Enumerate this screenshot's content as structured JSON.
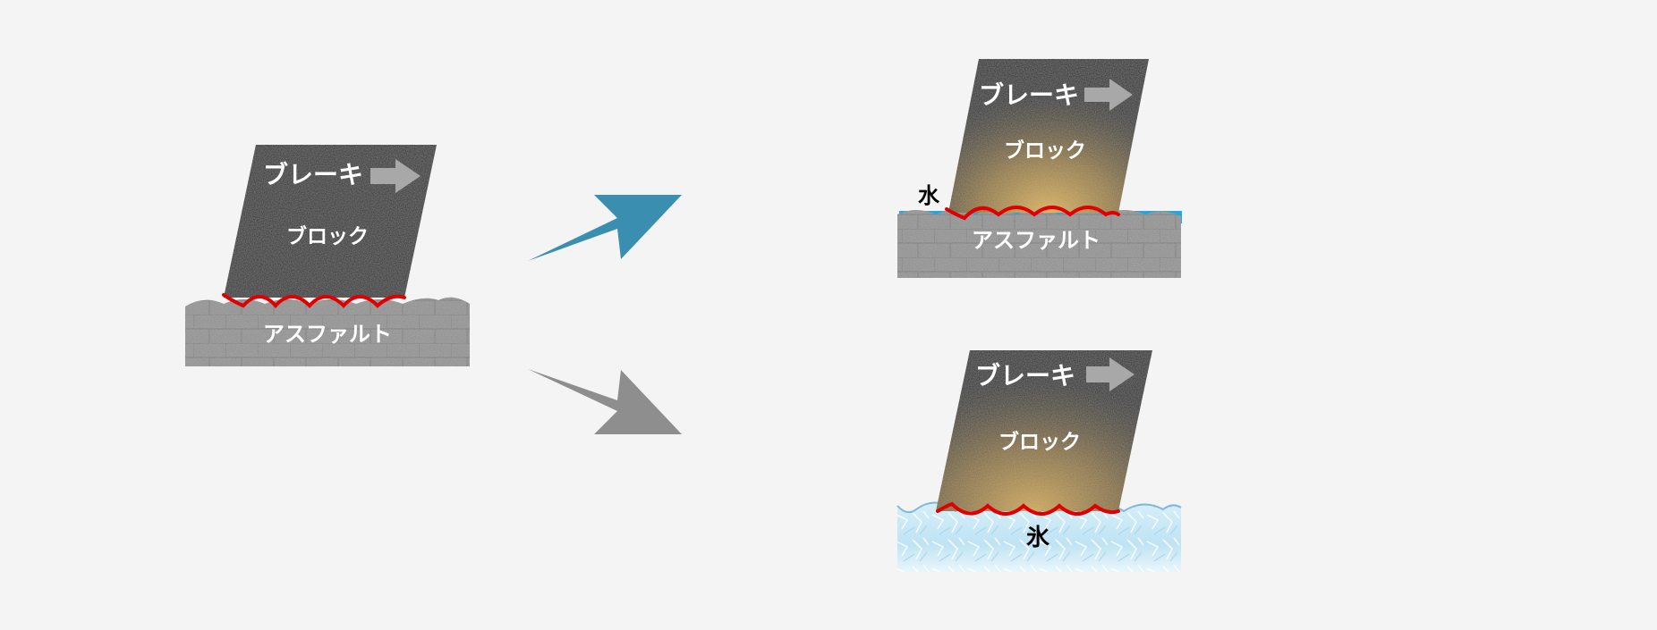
{
  "labels": {
    "brake": "ブレーキ",
    "block": "ブロック",
    "asphalt": "アスファルト",
    "water": "水",
    "ice": "氷"
  },
  "colors": {
    "background": "#f4f4f4",
    "block_dark": "#222222",
    "contact_line": "#e00000",
    "asphalt": "#8a8a8a",
    "water": "#22a8e0",
    "ice": "#bfe3f4",
    "heat_glow": "#c8a040",
    "arrow_blue": "#3a8fb0",
    "arrow_gray": "#8e8e8e",
    "brake_arrow": "#a8a8a8"
  },
  "icons": {
    "arrow_to_wet": "arrow-up-right-icon",
    "arrow_to_ice": "arrow-down-right-icon",
    "brake_direction": "arrow-right-icon"
  }
}
